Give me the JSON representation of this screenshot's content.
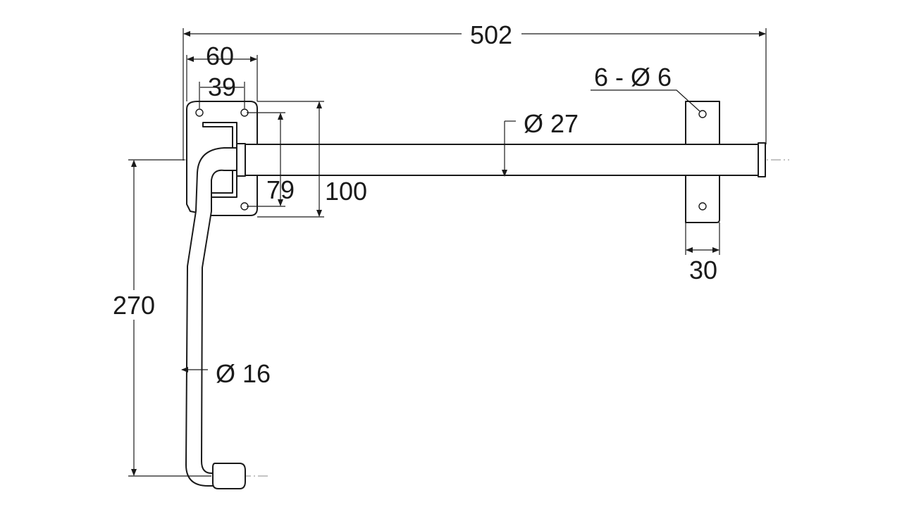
{
  "drawing": {
    "dimensions": {
      "overall_length": "502",
      "plate_width": "60",
      "plate_hole_spacing": "39",
      "bracket_height": "79",
      "plate_height": "100",
      "hole_spec": "6 - Ø 6",
      "bar_diameter": "Ø 27",
      "keeper_width": "30",
      "handle_height": "270",
      "handle_diameter": "Ø 16"
    },
    "colors": {
      "line": "#1a1a1a",
      "centerline": "#888888",
      "background": "#ffffff"
    }
  }
}
